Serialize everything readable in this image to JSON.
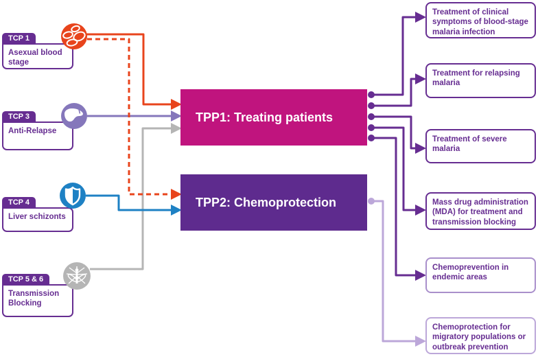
{
  "colors": {
    "purple": "#662D91",
    "tpp1_magenta": "#C0147E",
    "tpp2_purple": "#5E2B8E",
    "orange": "#E8441C",
    "mid_purple": "#8577BB",
    "blue": "#1E81C4",
    "gray": "#B5B5B5",
    "lavender": "#BCA7D9",
    "light_outcome_border": "#A98FCB"
  },
  "tcp_cards": [
    {
      "tab": "TCP 1",
      "label": "Asexual blood stage",
      "icon": "blood-cells"
    },
    {
      "tab": "TCP 3",
      "label": "Anti-Relapse",
      "icon": "liver"
    },
    {
      "tab": "TCP 4",
      "label": "Liver schizonts",
      "icon": "shield"
    },
    {
      "tab": "TCP 5 & 6",
      "label": "Transmission Blocking",
      "icon": "mosquito"
    }
  ],
  "tpp_boxes": [
    {
      "label": "TPP1: Treating patients"
    },
    {
      "label": "TPP2: Chemoprotection"
    }
  ],
  "outcomes": [
    {
      "label": "Treatment of clinical symptoms of blood-stage malaria infection"
    },
    {
      "label": "Treatment for relapsing malaria"
    },
    {
      "label": "Treatment of severe malaria"
    },
    {
      "label": "Mass drug administration (MDA) for treatment and transmission blocking"
    },
    {
      "label": "Chemoprevention in endemic areas"
    },
    {
      "label": "Chemoprotection for migratory populations or outbreak prevention"
    }
  ]
}
